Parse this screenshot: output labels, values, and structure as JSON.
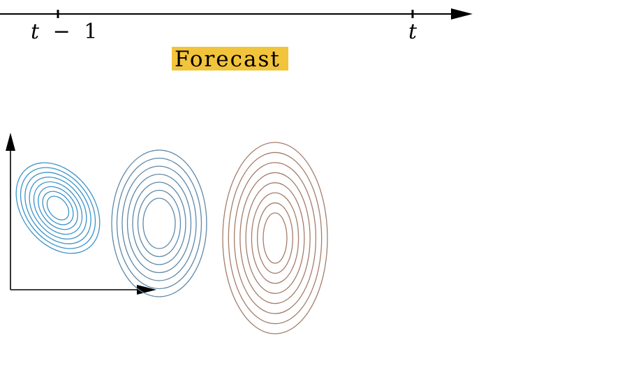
{
  "timeline": {
    "tick_left_var": "t",
    "tick_left_op": "−",
    "tick_left_num": "1",
    "tick_right": "t"
  },
  "step_label": "Forecast",
  "colors": {
    "highlight": "#f2c43c",
    "axis": "#000000",
    "contour_left": "#3b93c9",
    "contour_middle": "#5f88a8",
    "contour_right": "#a57d6a"
  },
  "icons": {
    "timeline_arrow": "arrowhead-right",
    "y_axis_arrow": "arrowhead-up",
    "x_axis_arrow": "arrowhead-right"
  }
}
